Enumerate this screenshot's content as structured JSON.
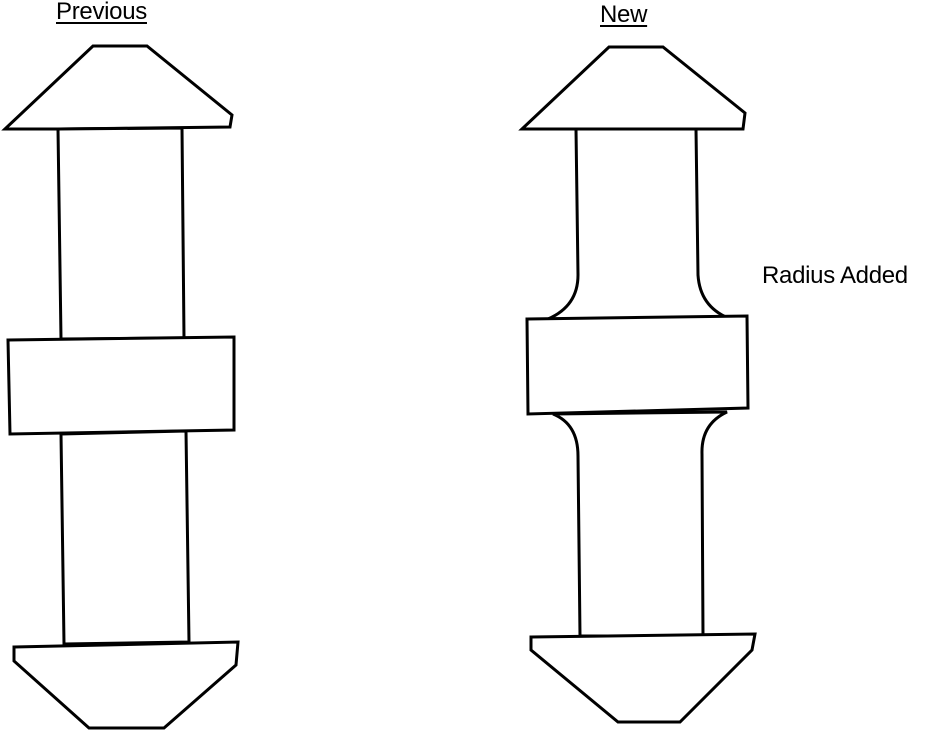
{
  "labels": {
    "previous": "Previous",
    "new": "New",
    "radius_added": "Radius Added"
  }
}
